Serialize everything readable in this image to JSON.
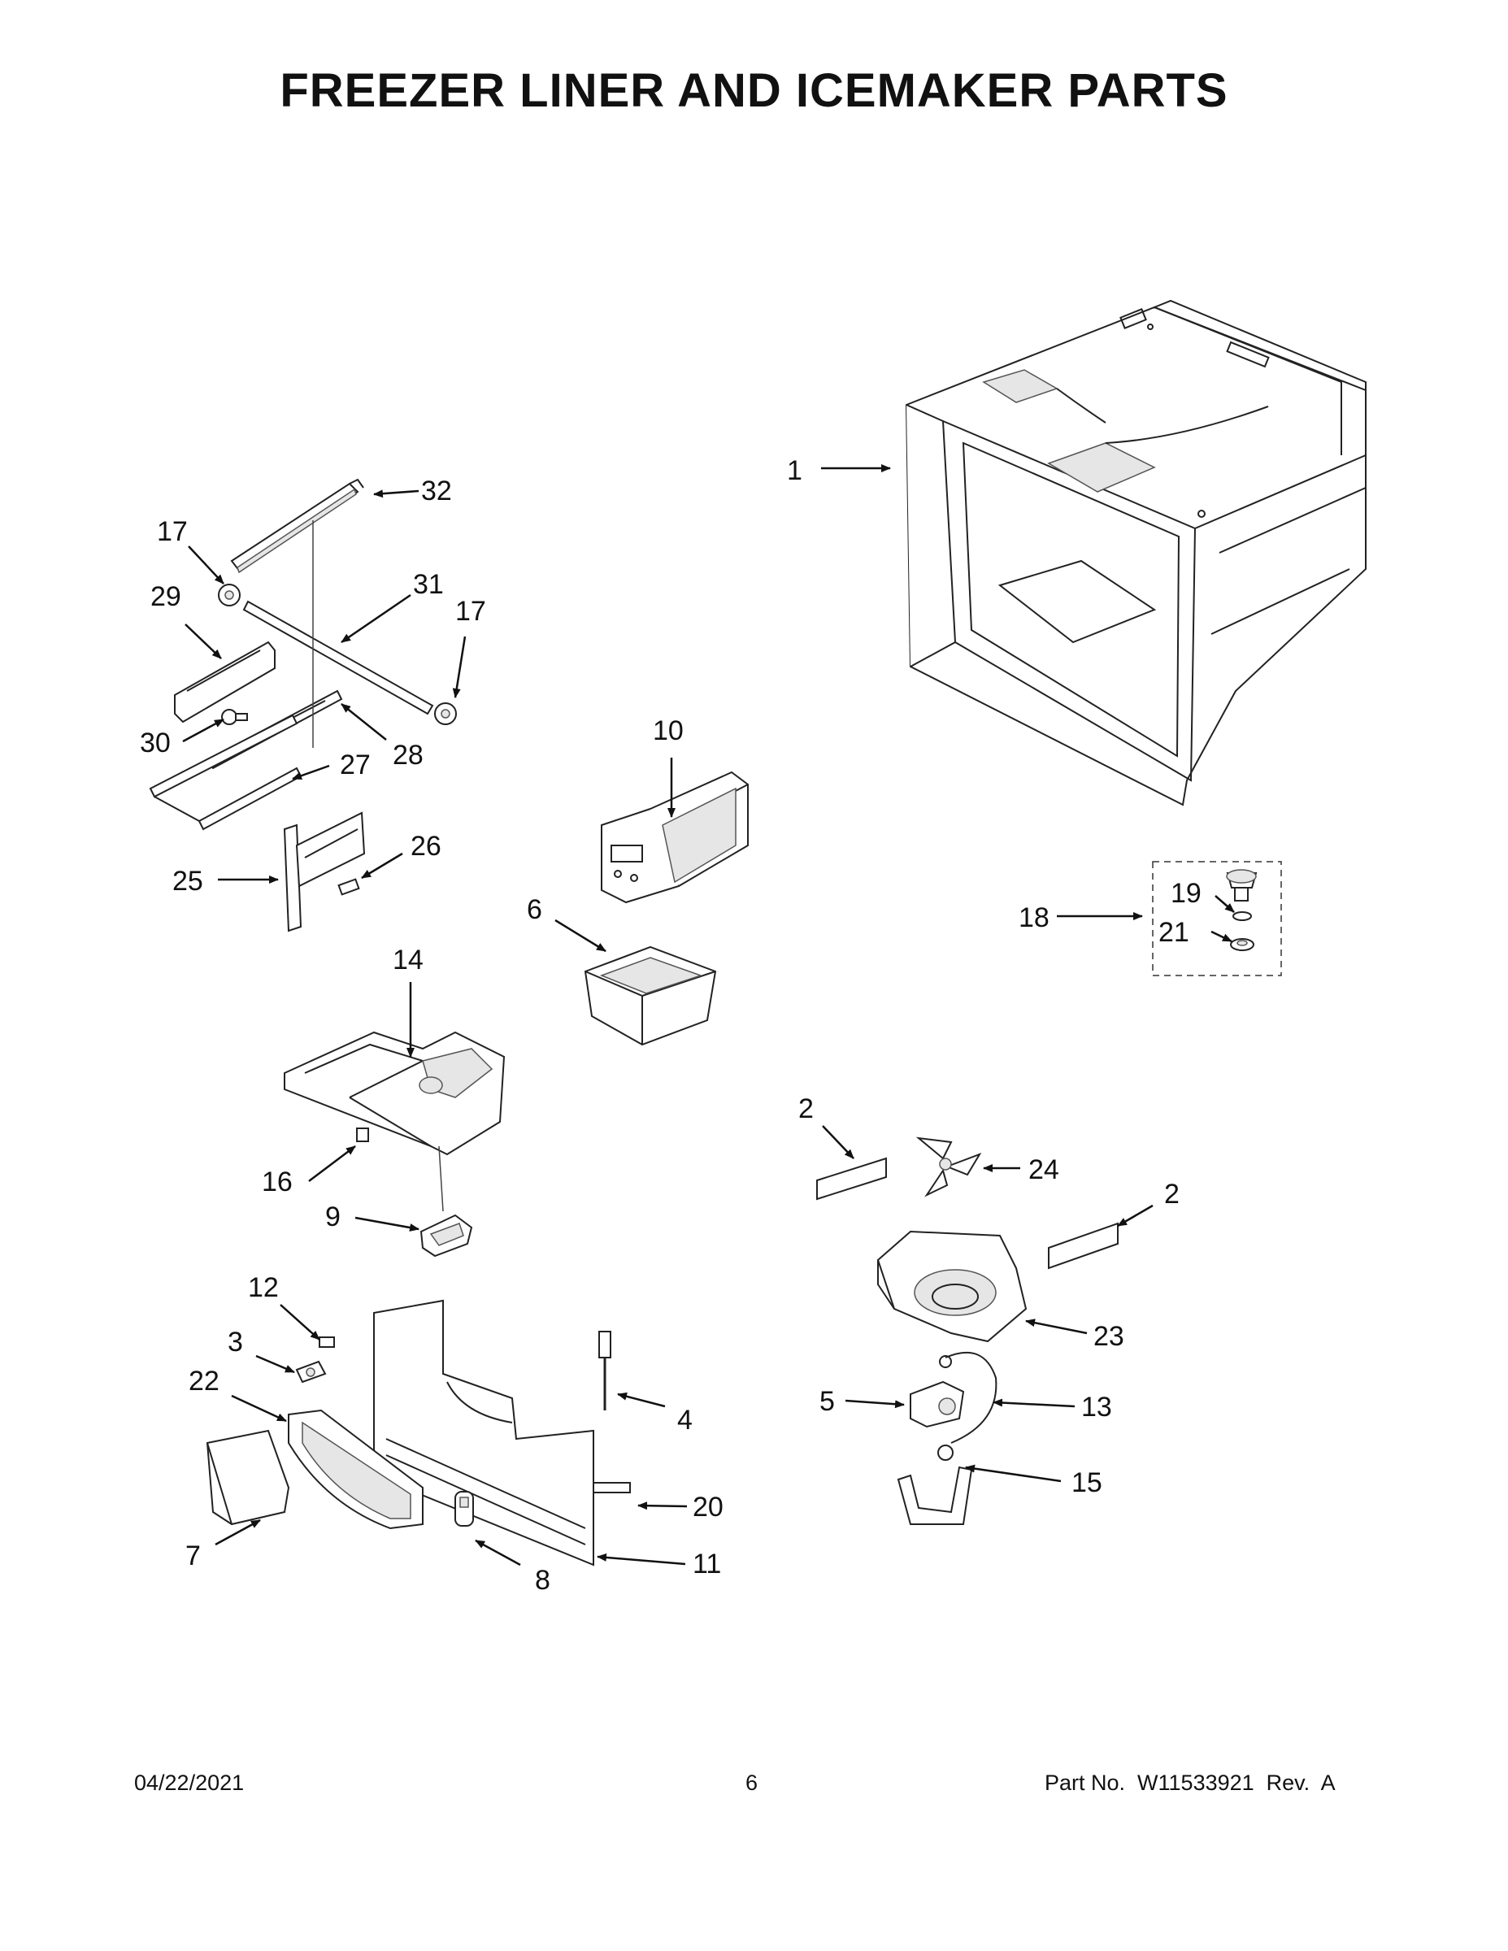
{
  "title": "FREEZER LINER AND ICEMAKER PARTS",
  "footer": {
    "date": "04/22/2021",
    "page_number": "6",
    "part_number": "Part No.  W11533921  Rev.  A"
  },
  "callouts": {
    "c1": "1",
    "c2a": "2",
    "c2b": "2",
    "c3": "3",
    "c4": "4",
    "c5": "5",
    "c6": "6",
    "c7": "7",
    "c8": "8",
    "c9": "9",
    "c10": "10",
    "c11": "11",
    "c12": "12",
    "c13": "13",
    "c14": "14",
    "c15": "15",
    "c16": "16",
    "c17a": "17",
    "c17b": "17",
    "c18": "18",
    "c19": "19",
    "c20": "20",
    "c21": "21",
    "c22": "22",
    "c23": "23",
    "c24": "24",
    "c25": "25",
    "c26": "26",
    "c27": "27",
    "c28": "28",
    "c29": "29",
    "c30": "30",
    "c31": "31",
    "c32": "32"
  }
}
